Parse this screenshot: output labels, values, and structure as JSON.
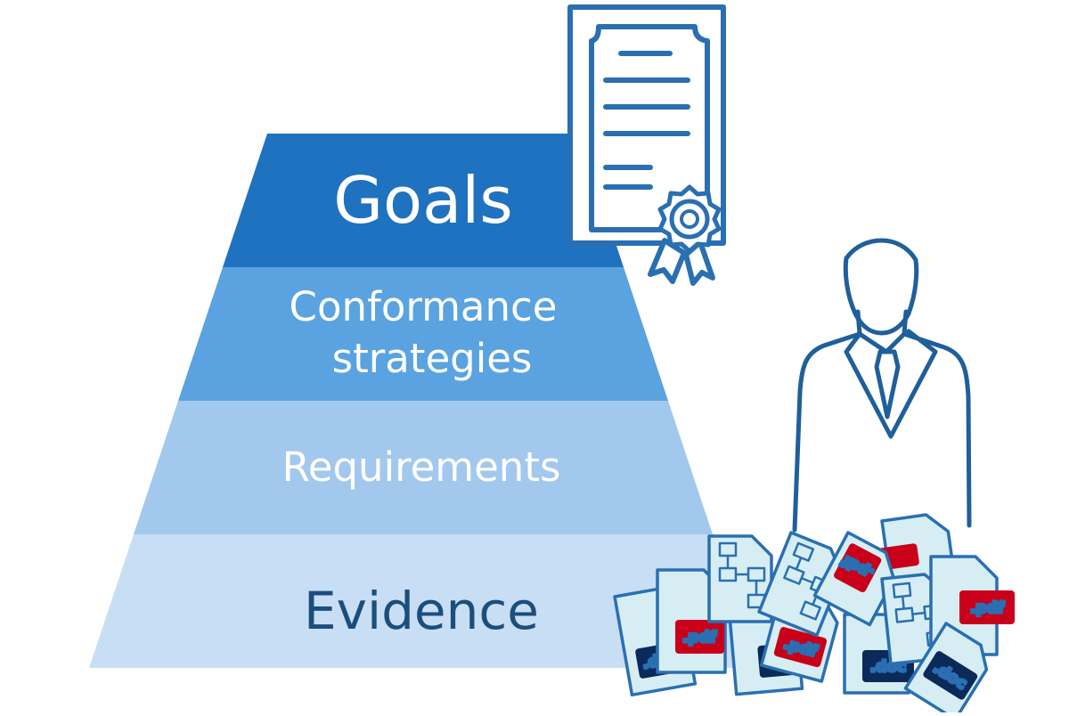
{
  "pyramid": {
    "levels": [
      {
        "label_lines": [
          "Goals"
        ],
        "color": "#1f72bf",
        "text_color": "#ffffff"
      },
      {
        "label_lines": [
          "Conformance",
          "strategies"
        ],
        "color": "#5aa3e0",
        "text_color": "#ffffff"
      },
      {
        "label_lines": [
          "Requirements"
        ],
        "color": "#a2c8ee",
        "text_color": "#ffffff"
      },
      {
        "label_lines": [
          "Evidence"
        ],
        "color": "#c8def4",
        "text_color": "#1b4e7c"
      }
    ]
  },
  "icons": {
    "certificate": "certificate-icon",
    "person": "businessman-icon",
    "documents": "document-pile-icon",
    "stroke_color": "#2a6fb2",
    "doc_fill": "#d6eef3"
  },
  "file_tags": {
    "pdf": ".pdf",
    "doc": ".doc",
    "pdf_color": "#c8001a",
    "doc_color": "#0b2a5a"
  }
}
